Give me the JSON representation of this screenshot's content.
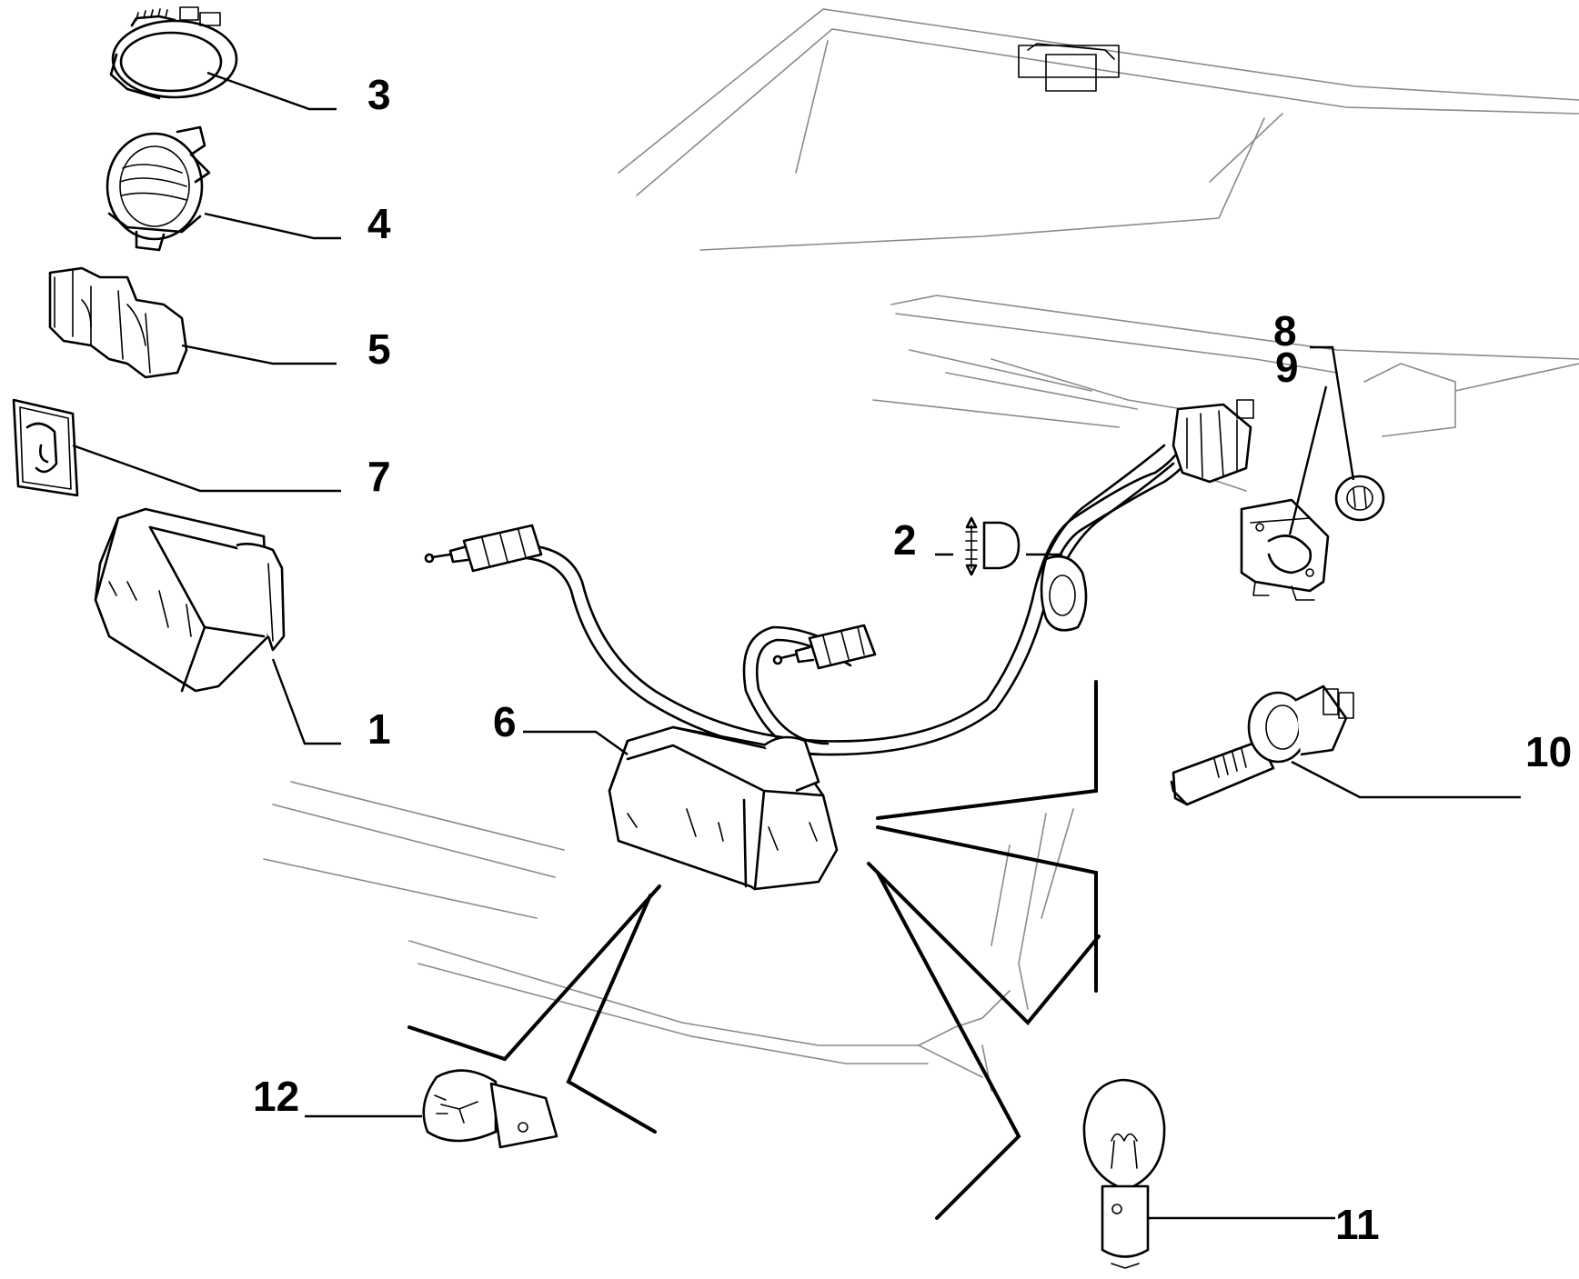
{
  "callouts": {
    "c1": "1",
    "c2": "2",
    "c3": "3",
    "c4": "4",
    "c5": "5",
    "c6": "6",
    "c7": "7",
    "c8": "8",
    "c9": "9",
    "c10": "10",
    "c11": "11",
    "c12": "12"
  },
  "colors": {
    "ink": "#000000",
    "car_body_line": "#8a8a8a",
    "background": "#ffffff"
  }
}
